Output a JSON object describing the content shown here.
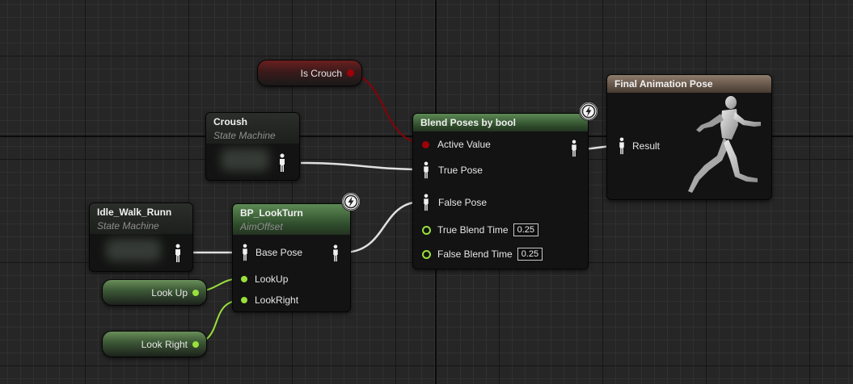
{
  "nodes": {
    "is_crouch": {
      "label": "Is Crouch"
    },
    "crouch_sm": {
      "title": "Croush",
      "subtitle": "State Machine"
    },
    "idle_sm": {
      "title": "Idle_Walk_Runn",
      "subtitle": "State Machine"
    },
    "look_turn": {
      "title": "BP_LookTurn",
      "subtitle": "AimOffset",
      "base_pose": "Base Pose",
      "look_up": "LookUp",
      "look_right": "LookRight"
    },
    "look_up_var": {
      "label": "Look Up"
    },
    "look_right_var": {
      "label": "Look Right"
    },
    "blend": {
      "title": "Blend Poses by bool",
      "active_value": "Active Value",
      "true_pose": "True Pose",
      "false_pose": "False Pose",
      "true_blend_time": "True Blend Time",
      "true_blend_value": "0.25",
      "false_blend_time": "False Blend Time",
      "false_blend_value": "0.25"
    },
    "final": {
      "title": "Final Animation Pose",
      "result": "Result"
    }
  },
  "colors": {
    "bool_pin": "#a0000a",
    "float_pin": "#9adf3c",
    "pose_wire": "#e6e6e6",
    "blend_header": "#4a7a44",
    "result_header": "#7a6858"
  },
  "icons": {
    "pose_pin": "person-pose-icon",
    "fast_path": "lightning-icon",
    "preview": "running-mannequin-icon"
  }
}
